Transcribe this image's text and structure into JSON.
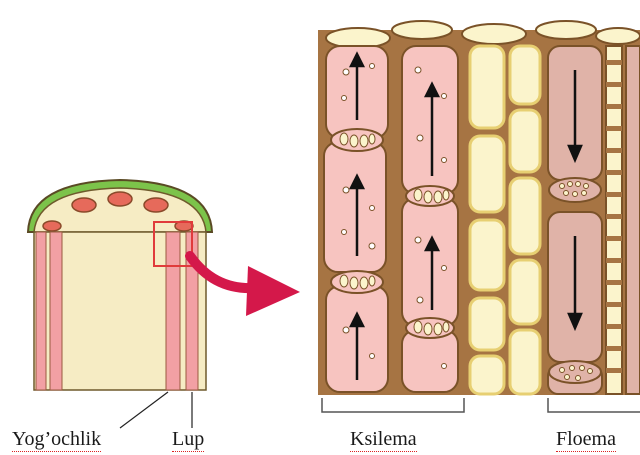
{
  "labels": {
    "pith": "Yog’ochlik",
    "bundle": "Lup",
    "xylem": "Ksilema",
    "phloem": "Floema"
  },
  "colors": {
    "stem_fill": "#f6ecc4",
    "stem_outline": "#6e5a2c",
    "epidermis": "#7cc34a",
    "bundle_pink": "#f2a0a4",
    "xylem_cell": "#f7c4c0",
    "cell_wall": "#a67443",
    "parenchyma_fill": "#fbf4cc",
    "parenchyma_wall": "#e7cf72",
    "phloem_cell": "#e0b3a8",
    "arrow_red": "#d4184a",
    "zoom_box": "#e03b3b"
  }
}
